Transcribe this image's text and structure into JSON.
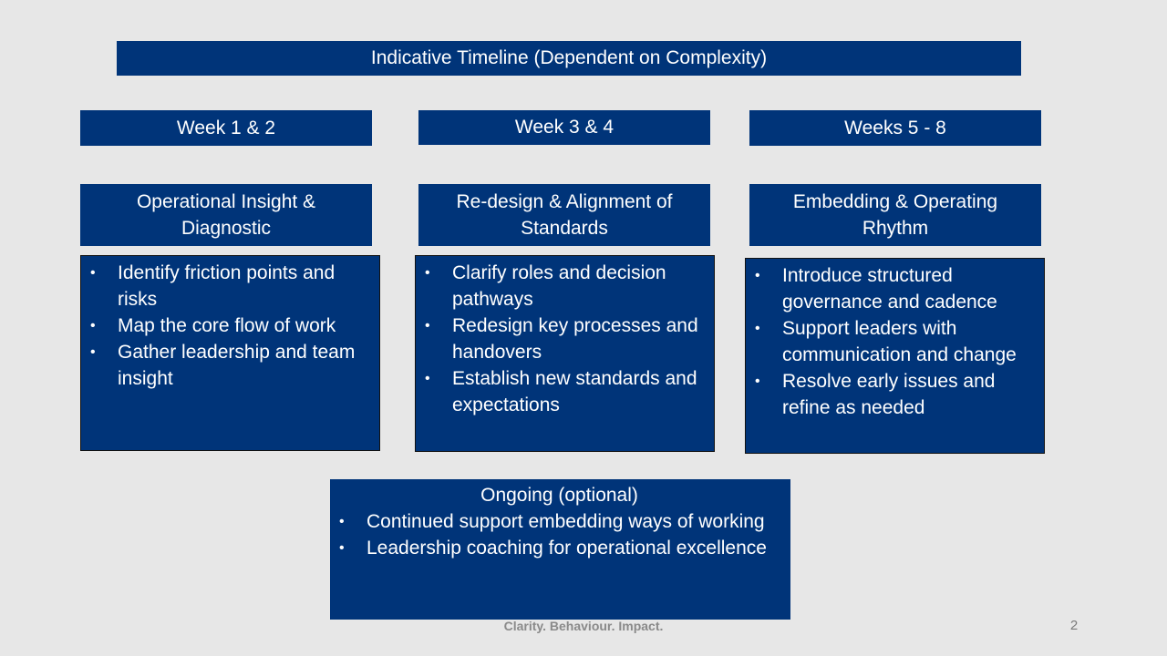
{
  "slide": {
    "title": "Indicative Timeline (Dependent on Complexity)",
    "columns": [
      {
        "week": "Week 1 & 2",
        "phase": "Operational Insight & Diagnostic",
        "bullets": [
          "Identify friction points and risks",
          "Map the core flow of work",
          "Gather leadership and team insight"
        ]
      },
      {
        "week": "Week 3 & 4",
        "phase": "Re-design & Alignment of Standards",
        "bullets": [
          "Clarify roles and decision pathways",
          "Redesign key processes and handovers",
          "Establish new standards and expectations"
        ]
      },
      {
        "week": "Weeks 5 - 8",
        "phase": "Embedding & Operating Rhythm",
        "bullets": [
          "Introduce structured governance and cadence",
          "Support leaders with communication and change",
          "Resolve early issues and refine as needed"
        ]
      }
    ],
    "ongoing": {
      "title": "Ongoing (optional)",
      "bullets": [
        "Continued support embedding ways of working",
        "Leadership coaching for operational excellence"
      ]
    },
    "footer": "Clarity. Behaviour. Impact.",
    "page_number": "2",
    "bullet_glyph": "•",
    "colors": {
      "box_fill": "#003479",
      "background": "#e7e7e7",
      "text": "#ffffff"
    }
  }
}
